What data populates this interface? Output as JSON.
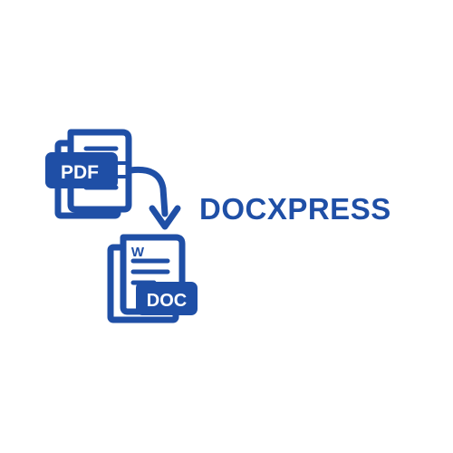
{
  "logo": {
    "brand_name": "DOCXPRESS",
    "source_badge": "PDF",
    "target_badge": "DOC",
    "word_mark": "W",
    "brand_color": "#1f4fa6",
    "background_color": "#ffffff",
    "icons": [
      "pdf-document-icon",
      "conversion-arrow-icon",
      "doc-document-icon"
    ]
  }
}
